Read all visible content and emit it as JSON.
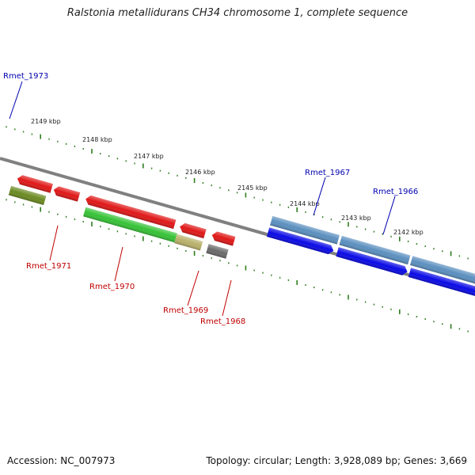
{
  "title": "Ralstonia metallidurans CH34 chromosome 1, complete sequence",
  "footer": {
    "accession": "Accession: NC_007973",
    "summary": "Topology: circular; Length: 3,928,089 bp; Genes: 3,669"
  },
  "ruler_labels": [
    "2149 kbp",
    "2148 kbp",
    "2147 kbp",
    "2146 kbp",
    "2145 kbp",
    "2144 kbp",
    "2143 kbp",
    "2142 kbp"
  ],
  "colors": {
    "backbone": "#808080",
    "tick": "#2e7d1e",
    "label_forward": "#0000b0",
    "label_reverse": "#c00000",
    "cds_blue": "#0a0ae6",
    "cds_steel": "#5b8fbf",
    "cds_navy": "#4a438f",
    "cds_red": "#e01818",
    "cds_olive": "#6b8a22",
    "cds_green": "#36c236",
    "cds_khaki": "#b8b06a",
    "cds_gray": "#6a6a6a"
  },
  "gene_labels": {
    "forward": [
      "Rmet_1973",
      "Rmet_1967",
      "Rmet_1966"
    ],
    "reverse": [
      "Rmet_1971",
      "Rmet_1970",
      "Rmet_1969",
      "Rmet_1968"
    ]
  }
}
